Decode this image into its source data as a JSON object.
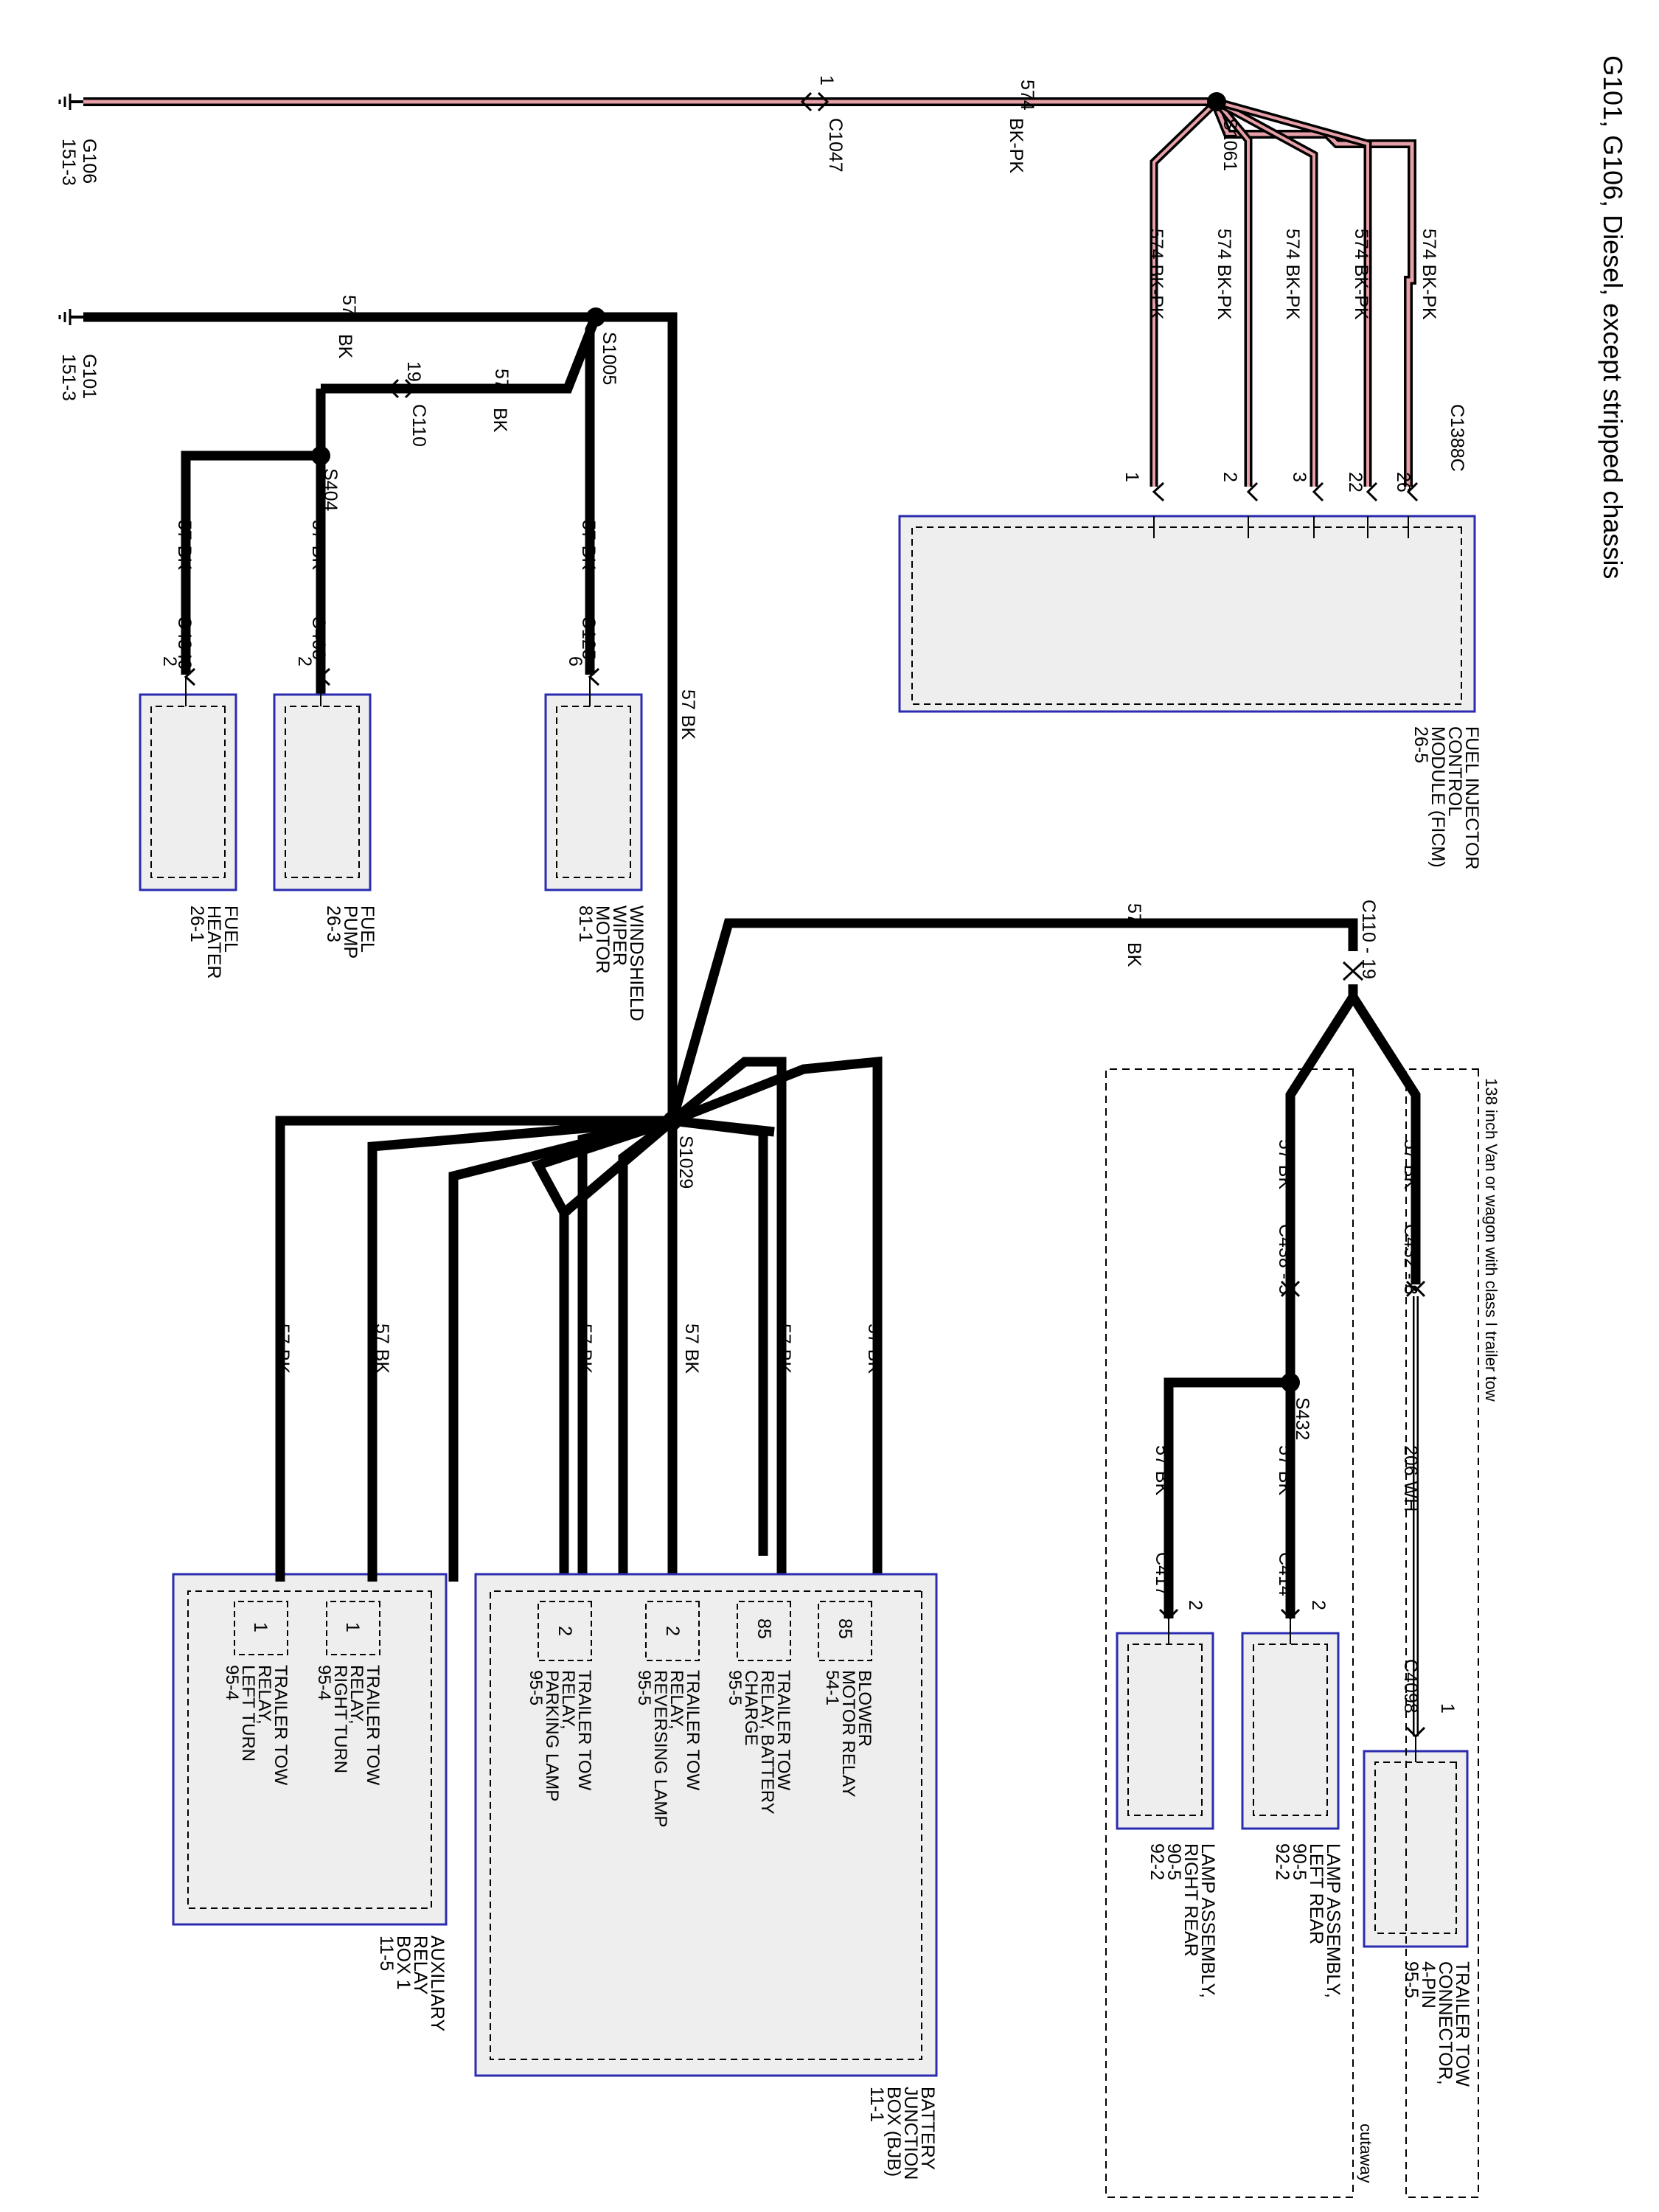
{
  "title": "G101, G106, Diesel, except stripped chassis",
  "grounds": {
    "g106": {
      "name": "G106",
      "ref": "151-3"
    },
    "g101": {
      "name": "G101",
      "ref": "151-3"
    }
  },
  "wires": {
    "w574_circuit": "574",
    "w574_color": "BK-PK",
    "w57_circuit": "57",
    "w57_color": "BK",
    "w206_circuit": "206",
    "w206_color": "WH"
  },
  "splices": {
    "s1061": "S1061",
    "s1005": "S1005",
    "s404": "S404",
    "s1029": "S1029",
    "s432": "S432"
  },
  "connectors": {
    "c1047": "C1047",
    "c1047_pin": "1",
    "c1388c": "C1388C",
    "c110": "C110",
    "c110_pin": "19",
    "c110_19": "C110 - 19",
    "c125": "C125",
    "c463": "C463",
    "c4349": "C4349",
    "c438_5": "C438 - 5",
    "c432_8": "C432 - 8",
    "c417": "C417",
    "c414": "C414",
    "c4098": "C4098"
  },
  "ficm": {
    "label_lines": [
      "FUEL INJECTOR",
      "CONTROL",
      "MODULE (FICM)",
      "26-5"
    ],
    "pins": [
      "1",
      "2",
      "3",
      "22",
      "26"
    ]
  },
  "components": {
    "wiper": {
      "label_lines": [
        "WINDSHIELD",
        "WIPER",
        "MOTOR",
        "81-1"
      ],
      "pin": "6"
    },
    "fuel_pump": {
      "label_lines": [
        "FUEL",
        "PUMP",
        "26-3"
      ],
      "pin": "2"
    },
    "fuel_heater": {
      "label_lines": [
        "FUEL",
        "HEATER",
        "26-1"
      ],
      "pin": "2"
    },
    "trailer_connector": {
      "label_lines": [
        "TRAILER TOW",
        "CONNECTOR,",
        "4-PIN",
        "95-5"
      ],
      "pin": "1"
    },
    "lamp_left": {
      "label_lines": [
        "LAMP ASSEMBLY,",
        "LEFT REAR",
        "90-5",
        "92-2"
      ],
      "pin": "2"
    },
    "lamp_right": {
      "label_lines": [
        "LAMP ASSEMBLY,",
        "RIGHT REAR",
        "90-5",
        "92-2"
      ],
      "pin": "2"
    }
  },
  "bjb": {
    "label_lines": [
      "BATTERY",
      "JUNCTION",
      "BOX (BJB)",
      "11-1"
    ],
    "slots": [
      {
        "pin": "85",
        "lines": [
          "BLOWER",
          "MOTOR RELAY",
          "54-1"
        ]
      },
      {
        "pin": "85",
        "lines": [
          "TRAILER TOW",
          "RELAY, BATTERY",
          "CHARGE",
          "95-5"
        ]
      },
      {
        "pin": "2",
        "lines": [
          "TRAILER TOW",
          "RELAY,",
          "REVERSING LAMP",
          "95-5"
        ]
      },
      {
        "pin": "2",
        "lines": [
          "TRAILER TOW",
          "RELAY,",
          "PARKING LAMP",
          "95-5"
        ]
      }
    ]
  },
  "aux_box": {
    "label_lines": [
      "AUXILIARY",
      "RELAY",
      "BOX 1",
      "11-5"
    ],
    "slots": [
      {
        "pin": "1",
        "lines": [
          "TRAILER TOW",
          "RELAY,",
          "RIGHT TURN",
          "95-4"
        ]
      },
      {
        "pin": "1",
        "lines": [
          "TRAILER TOW",
          "RELAY,",
          "LEFT TURN",
          "95-4"
        ]
      }
    ]
  },
  "variants": {
    "cutaway": "cutaway",
    "van_wagon": "138 inch Van or wagon with class I trailer tow"
  },
  "colors": {
    "wire_black": "#000000",
    "wire_pink": "#e8a0a8",
    "box_border": "#2b2bb0",
    "box_fill": "#eeeeee"
  }
}
